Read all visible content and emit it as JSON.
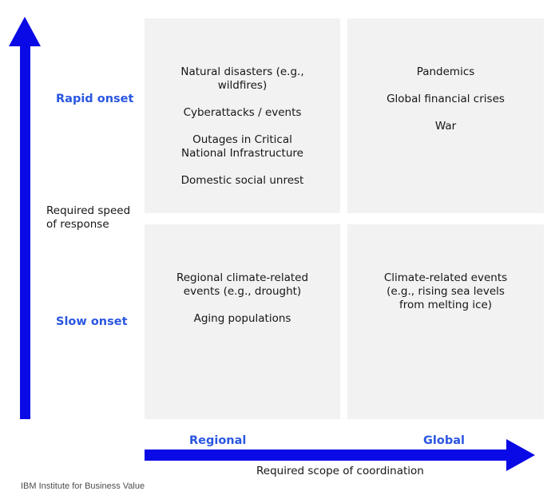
{
  "colors": {
    "arrow": "#0a0ae6",
    "axis_label": "#2a56e0",
    "quadrant_bg": "#f2f2f2"
  },
  "y_axis": {
    "title": "Required speed of response",
    "top_label": "Rapid onset",
    "bottom_label": "Slow onset"
  },
  "x_axis": {
    "title": "Required scope of coordination",
    "left_label": "Regional",
    "right_label": "Global"
  },
  "quadrants": {
    "rapid_regional": [
      "Natural disasters (e.g., wildfires)",
      "Cyberattacks / events",
      "Outages in Critical National Infrastructure",
      "Domestic social unrest"
    ],
    "rapid_global": [
      "Pandemics",
      "Global financial crises",
      "War"
    ],
    "slow_regional": [
      "Regional climate-related events (e.g., drought)",
      "Aging populations"
    ],
    "slow_global": [
      "Climate-related events (e.g., rising sea levels from melting ice)"
    ]
  },
  "credit": "IBM Institute for Business Value"
}
